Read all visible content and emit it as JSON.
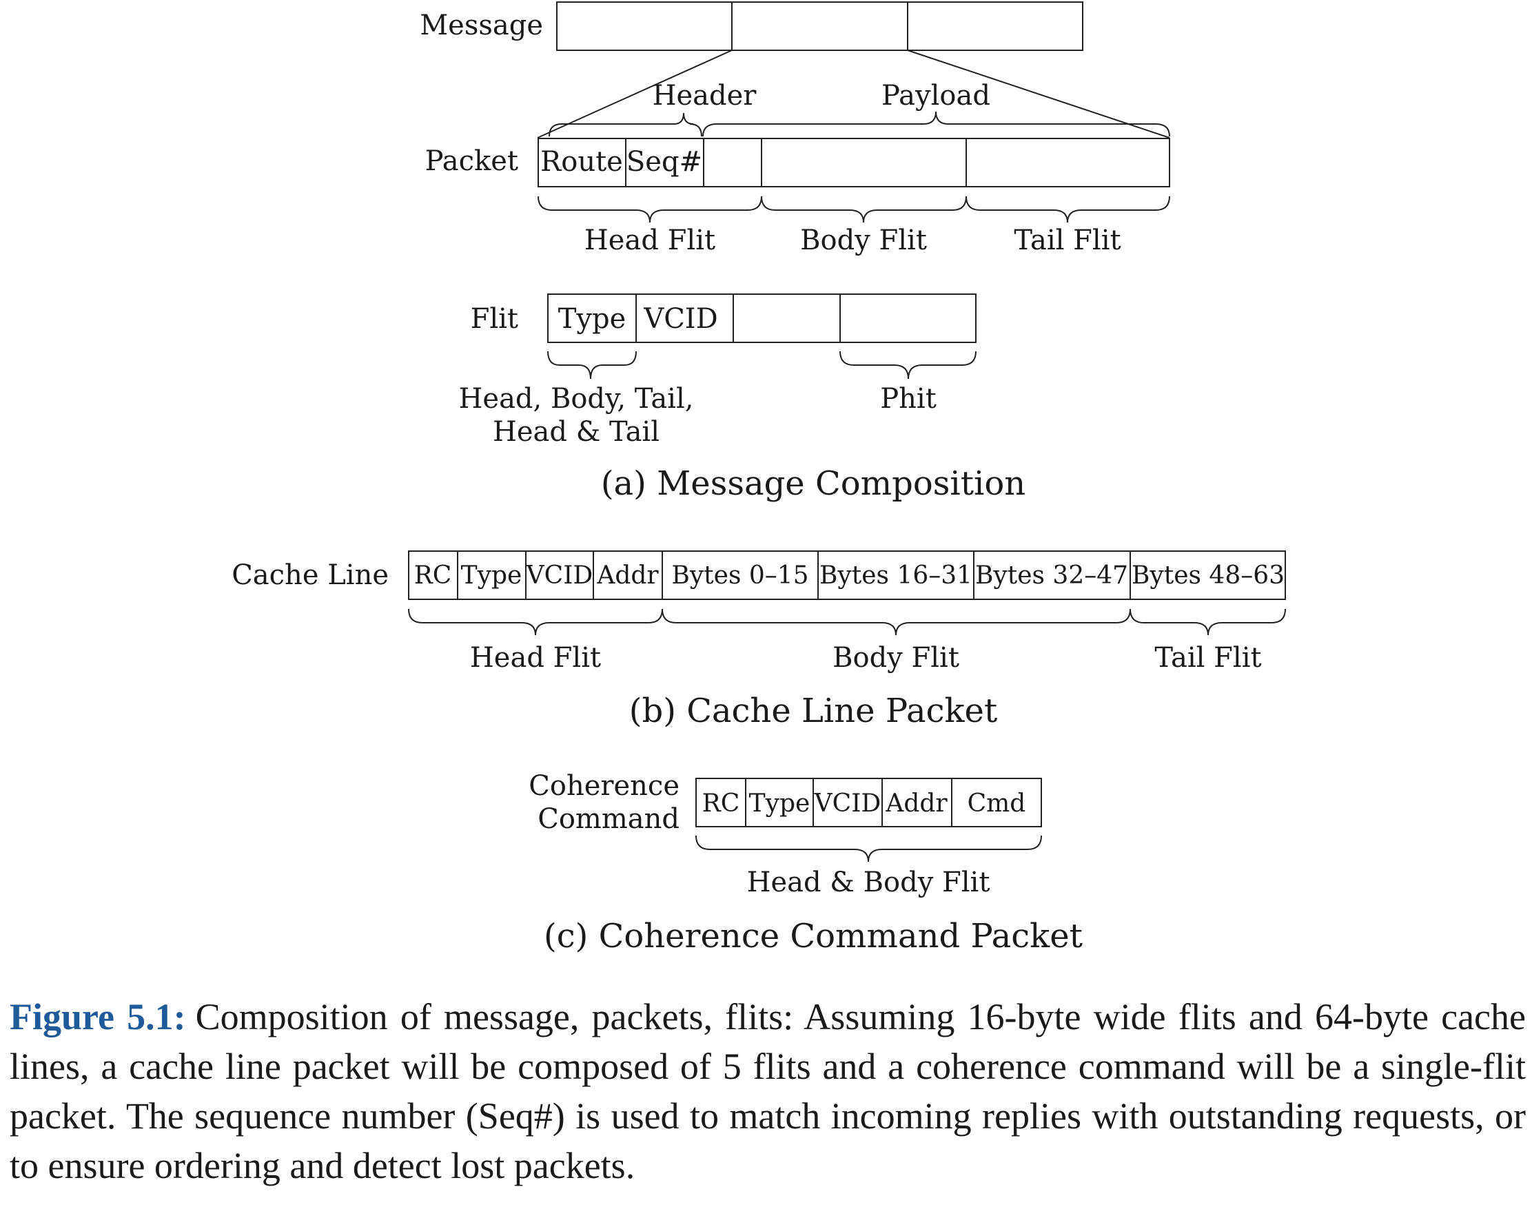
{
  "panel_a": {
    "row_labels": {
      "message": "Message",
      "packet": "Packet",
      "flit": "Flit"
    },
    "header_label": "Header",
    "payload_label": "Payload",
    "packet_fields": [
      "Route",
      "Seq#"
    ],
    "packet_flits": [
      "Head Flit",
      "Body Flit",
      "Tail Flit"
    ],
    "flit_fields": [
      "Type",
      "VCID"
    ],
    "flit_type_values": [
      "Head, Body, Tail,",
      "Head & Tail"
    ],
    "phit_label": "Phit",
    "subcaption": "(a) Message Composition"
  },
  "panel_b": {
    "row_label": "Cache Line",
    "fields": [
      "RC",
      "Type",
      "VCID",
      "Addr",
      "Bytes 0–15",
      "Bytes 16–31",
      "Bytes 32–47",
      "Bytes 48–63"
    ],
    "flits": [
      "Head Flit",
      "Body Flit",
      "Tail Flit"
    ],
    "subcaption": "(b) Cache Line Packet"
  },
  "panel_c": {
    "row_label": [
      "Coherence",
      "Command"
    ],
    "fields": [
      "RC",
      "Type",
      "VCID",
      "Addr",
      "Cmd"
    ],
    "flit": "Head & Body Flit",
    "subcaption": "(c) Coherence Command Packet"
  },
  "caption": {
    "label": "Figure 5.1:",
    "text": "Composition of message, packets, flits: Assuming 16-byte wide flits and 64-byte cache lines, a cache line packet will be composed of 5 flits and a coherence command will be a single-flit packet. The sequence number (Seq#) is used to match incoming replies with outstanding requests, or to ensure ordering and detect lost packets."
  }
}
